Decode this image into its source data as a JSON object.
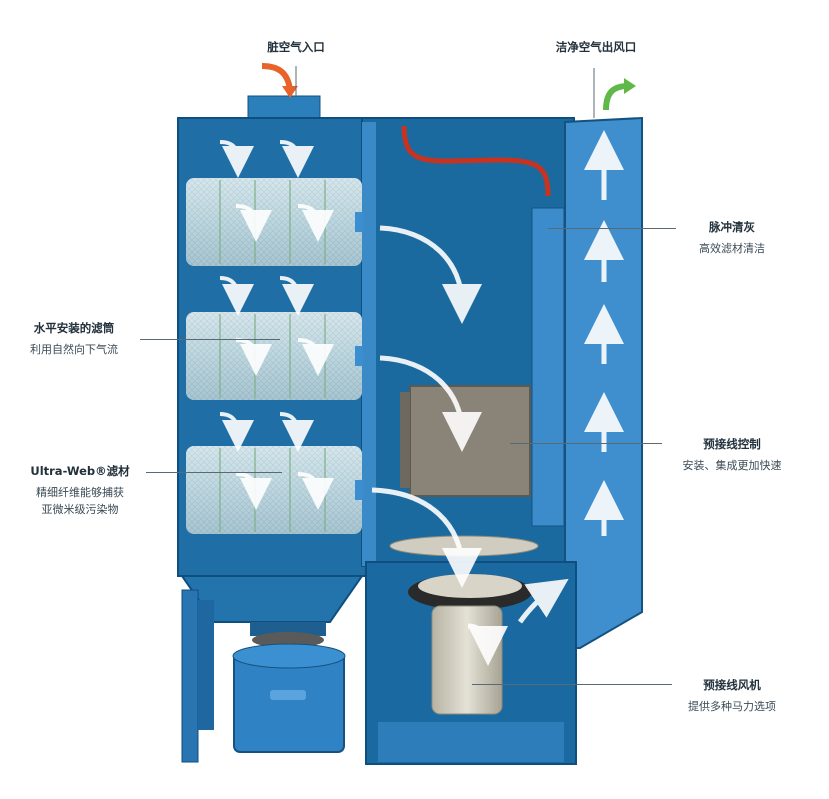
{
  "inlet": {
    "title": "脏空气入口"
  },
  "outlet": {
    "title": "洁净空气出风口"
  },
  "pulse": {
    "title": "脉冲清灰",
    "subtitle": "高效滤材清洁"
  },
  "filters": {
    "title": "水平安装的滤筒",
    "subtitle": "利用自然向下气流"
  },
  "media": {
    "title": "Ultra-Web®滤材",
    "subtitle_1": "精细纤维能够捕获",
    "subtitle_2": "亚微米级污染物"
  },
  "controls": {
    "title": "预接线控制",
    "subtitle": "安装、集成更加快速"
  },
  "fan": {
    "title": "预接线风机",
    "subtitle": "提供多种马力选项"
  },
  "colors": {
    "housing": "#1f6fa6",
    "housing_dark": "#0f4f80",
    "panel": "#3c8ccc",
    "inlet_arrow": "#e8622a",
    "outlet_arrow": "#5fb847",
    "hose": "#c8331f",
    "control_box": "#8a8478"
  }
}
